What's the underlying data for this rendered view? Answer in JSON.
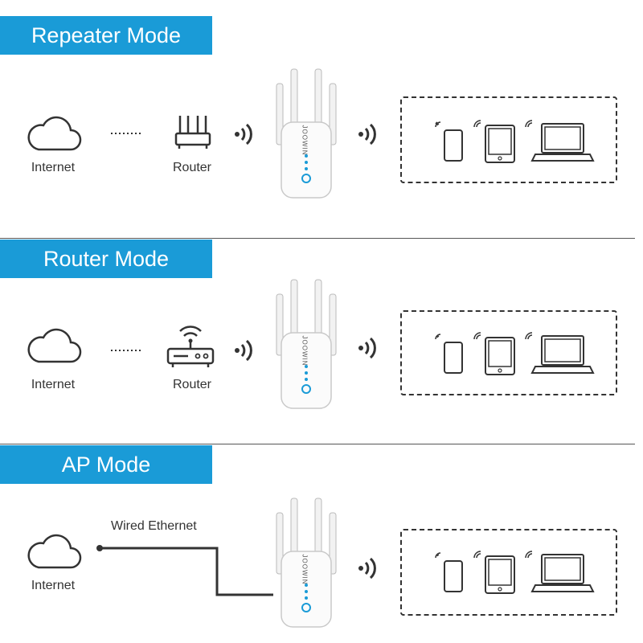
{
  "colors": {
    "accent": "#1a9bd7",
    "line": "#333333"
  },
  "device": {
    "brand": "JOOWIN"
  },
  "sections": [
    {
      "title": "Repeater Mode",
      "source_label": "Internet",
      "router_label": "Router",
      "link_style": "dotted",
      "router_icon": "router-antenna-icon"
    },
    {
      "title": "Router Mode",
      "source_label": "Internet",
      "router_label": "Router",
      "link_style": "dotted",
      "router_icon": "router-wifi-icon"
    },
    {
      "title": "AP Mode",
      "source_label": "Internet",
      "wired_label": "Wired Ethernet",
      "link_style": "wired"
    }
  ],
  "clients": [
    "phone-icon",
    "tablet-icon",
    "laptop-icon"
  ]
}
